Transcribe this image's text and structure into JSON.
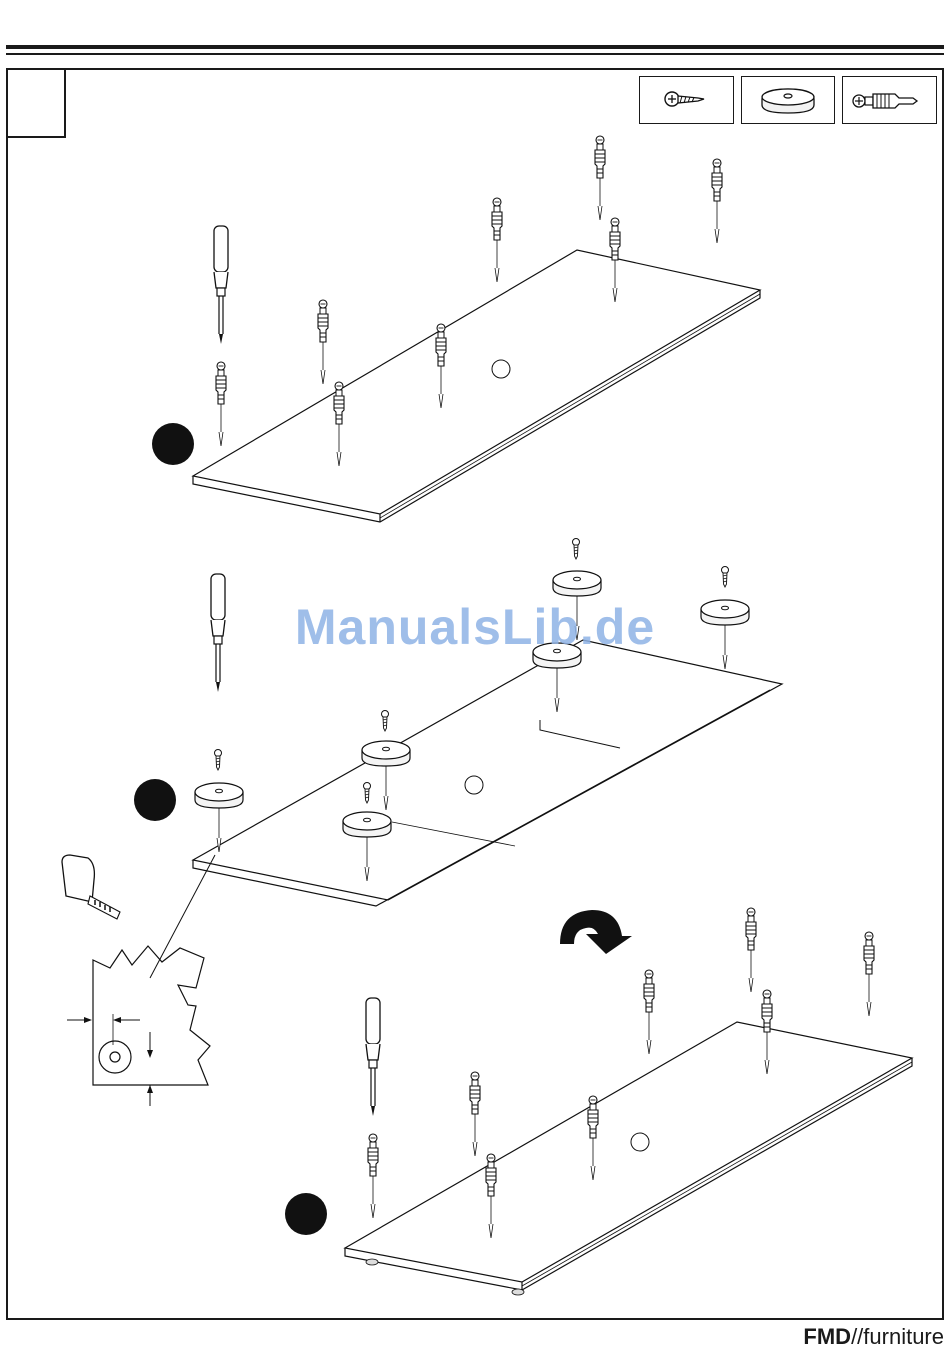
{
  "header": {},
  "parts": [
    {
      "icon": "screw-icon"
    },
    {
      "icon": "furniture-glide-icon"
    },
    {
      "icon": "cam-dowel-icon"
    }
  ],
  "steps": [
    {
      "icon": "step-marker-icon"
    },
    {
      "icon": "step-marker-icon"
    },
    {
      "icon": "step-marker-icon"
    }
  ],
  "watermark": "ManualsLib.de",
  "brand": {
    "bold": "FMD",
    "rest": "//furniture"
  }
}
